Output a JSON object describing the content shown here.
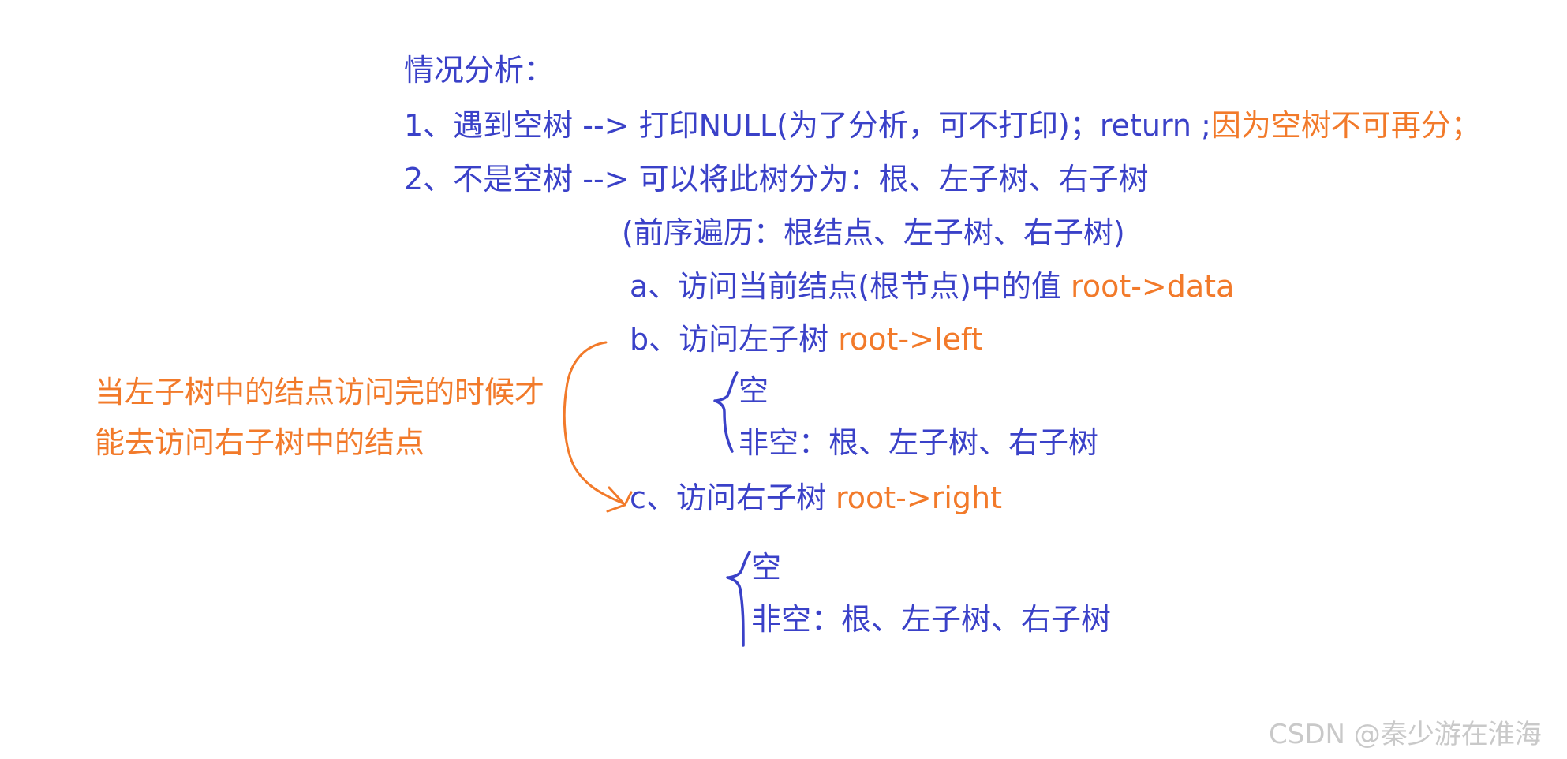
{
  "colors": {
    "primary_text": "#3a41c8",
    "highlight_text": "#f27a2a",
    "watermark": "#c9c9c9",
    "background": "#ffffff"
  },
  "lines": {
    "heading": "情况分析：",
    "case1_main": "1、遇到空树 --> 打印NULL(为了分析，可不打印)；return ;",
    "case1_note": "因为空树不可再分；",
    "case2": "2、不是空树  --> 可以将此树分为：根、左子树、右子树",
    "preorder": "(前序遍历：根结点、左子树、右子树)",
    "step_a_text": "a、访问当前结点(根节点)中的值 ",
    "step_a_code": "root->data",
    "step_b_text": "b、访问左子树 ",
    "step_b_code": "root->left",
    "left_empty": "空",
    "left_nonempty": "非空：根、左子树、右子树",
    "step_c_text": "c、访问右子树 ",
    "step_c_code": "root->right",
    "right_empty": "空",
    "right_nonempty": "非空：根、左子树、右子树"
  },
  "annotation": {
    "line1": "当左子树中的结点访问完的时候才",
    "line2": "能去访问右子树中的结点"
  },
  "watermark": "CSDN @秦少游在淮海"
}
